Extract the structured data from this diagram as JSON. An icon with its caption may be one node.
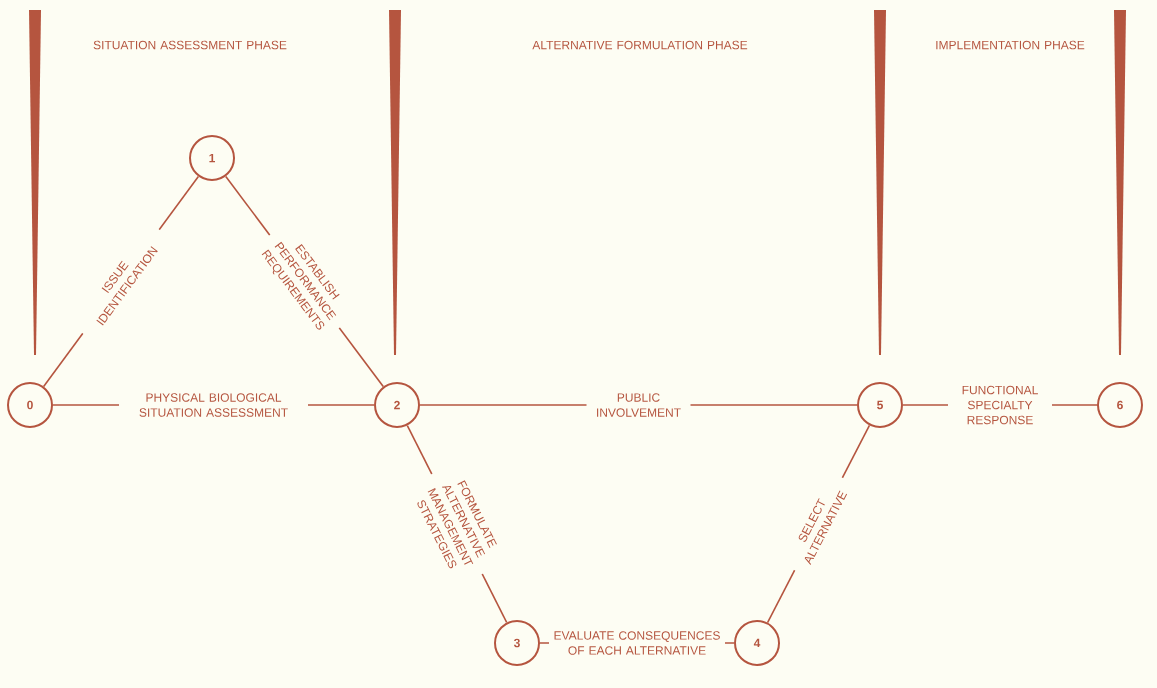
{
  "diagram": {
    "nodes": [
      {
        "text": [
          "0"
        ]
      },
      {
        "text": [
          "1"
        ]
      },
      {
        "text": [
          "2"
        ]
      },
      {
        "text": [
          "3"
        ]
      },
      {
        "text": [
          "4"
        ]
      },
      {
        "text": [
          "5"
        ]
      },
      {
        "text": [
          "6"
        ]
      }
    ],
    "edges": [
      {
        "from": 0,
        "to": 1,
        "arrow": "none",
        "label": "ISSUE IDENTIFICATION"
      },
      {
        "from": 1,
        "to": 2,
        "arrow": "none",
        "label": "ESTABLISH PERFORMANCE REQUIREMENTS"
      },
      {
        "from": 0,
        "to": 2,
        "arrow": "none",
        "label": "PHYSICAL BIOLOGICAL SITUATION ASSESSMENT"
      },
      {
        "from": 2,
        "to": 5,
        "arrow": "none",
        "label": "PUBLIC INVOLVEMENT"
      },
      {
        "from": 2,
        "to": 3,
        "arrow": "none",
        "label": "FORMULATE ALTERNATIVE MANAGEMENT STRATEGIES"
      },
      {
        "from": 3,
        "to": 4,
        "arrow": "none",
        "label": "EVALUATE CONSEQUENCES OF EACH ALTERNATIVE"
      },
      {
        "from": 4,
        "to": 5,
        "arrow": "none",
        "label": "SELECT ALTERNATIVE"
      },
      {
        "from": 5,
        "to": 6,
        "arrow": "none",
        "label": "FUNCTIONAL SPECIALTY RESPONSE"
      }
    ],
    "labels": [
      "SITUATION ASSESSMENT PHASE",
      "ALTERNATIVE FORMULATION PHASE",
      "IMPLEMENTATION PHASE"
    ]
  }
}
